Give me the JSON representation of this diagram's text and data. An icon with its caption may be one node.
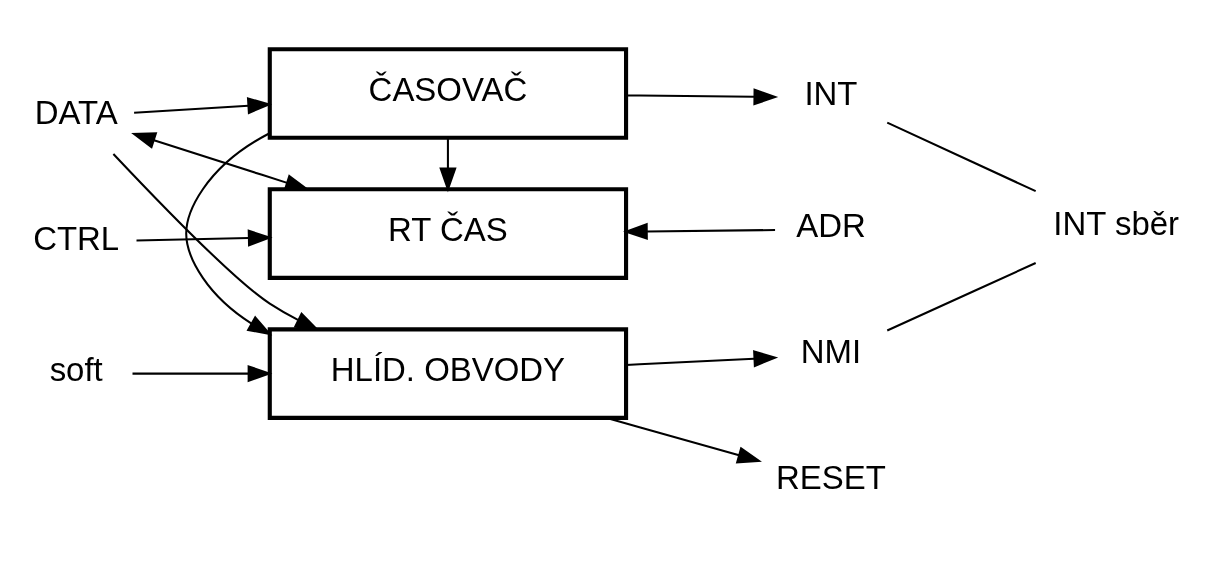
{
  "diagram": {
    "nodes": [
      {
        "text": [
          "CTRL"
        ]
      },
      {
        "text": [
          "RT ČAS"
        ]
      },
      {
        "text": [
          "ADR"
        ]
      },
      {
        "text": [
          "DATA"
        ]
      },
      {
        "text": [
          "ČASOVAČ"
        ]
      },
      {
        "text": [
          "INT"
        ]
      },
      {
        "text": [
          "HLÍD. OBVODY"
        ]
      },
      {
        "text": [
          "NMI"
        ]
      },
      {
        "text": [
          "soft"
        ]
      },
      {
        "text": [
          "RESET"
        ]
      },
      {
        "text": [
          "INT sběr"
        ]
      }
    ],
    "edges": [
      {
        "from": 0,
        "to": 1,
        "arrow": "to"
      },
      {
        "from": 2,
        "to": 1,
        "arrow": "to"
      },
      {
        "from": 3,
        "to": 4,
        "arrow": "to"
      },
      {
        "from": 3,
        "to": 1,
        "arrow": "both"
      },
      {
        "from": 3,
        "to": 6,
        "arrow": "to"
      },
      {
        "from": 4,
        "to": 5,
        "arrow": "to"
      },
      {
        "from": 4,
        "to": 1,
        "arrow": "to"
      },
      {
        "from": 4,
        "to": 6,
        "arrow": "to"
      },
      {
        "from": 6,
        "to": 7,
        "arrow": "to"
      },
      {
        "from": 8,
        "to": 6,
        "arrow": "to"
      },
      {
        "from": 6,
        "to": 9,
        "arrow": "to"
      },
      {
        "from": 5,
        "to": 10,
        "arrow": "none"
      },
      {
        "from": 7,
        "to": 10,
        "arrow": "none"
      }
    ]
  }
}
